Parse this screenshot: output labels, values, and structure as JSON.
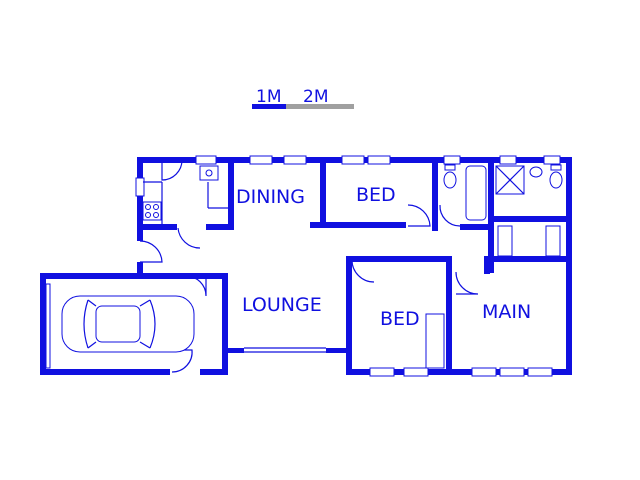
{
  "scale": {
    "label_1": "1M",
    "label_2": "2M"
  },
  "rooms": {
    "dining": "DINING",
    "bed_top": "BED",
    "lounge": "LOUNGE",
    "bed_bottom": "BED",
    "main": "MAIN"
  },
  "colors": {
    "wall": "#1010e0",
    "scale_inactive": "#a0a0a0",
    "background": "#ffffff"
  }
}
